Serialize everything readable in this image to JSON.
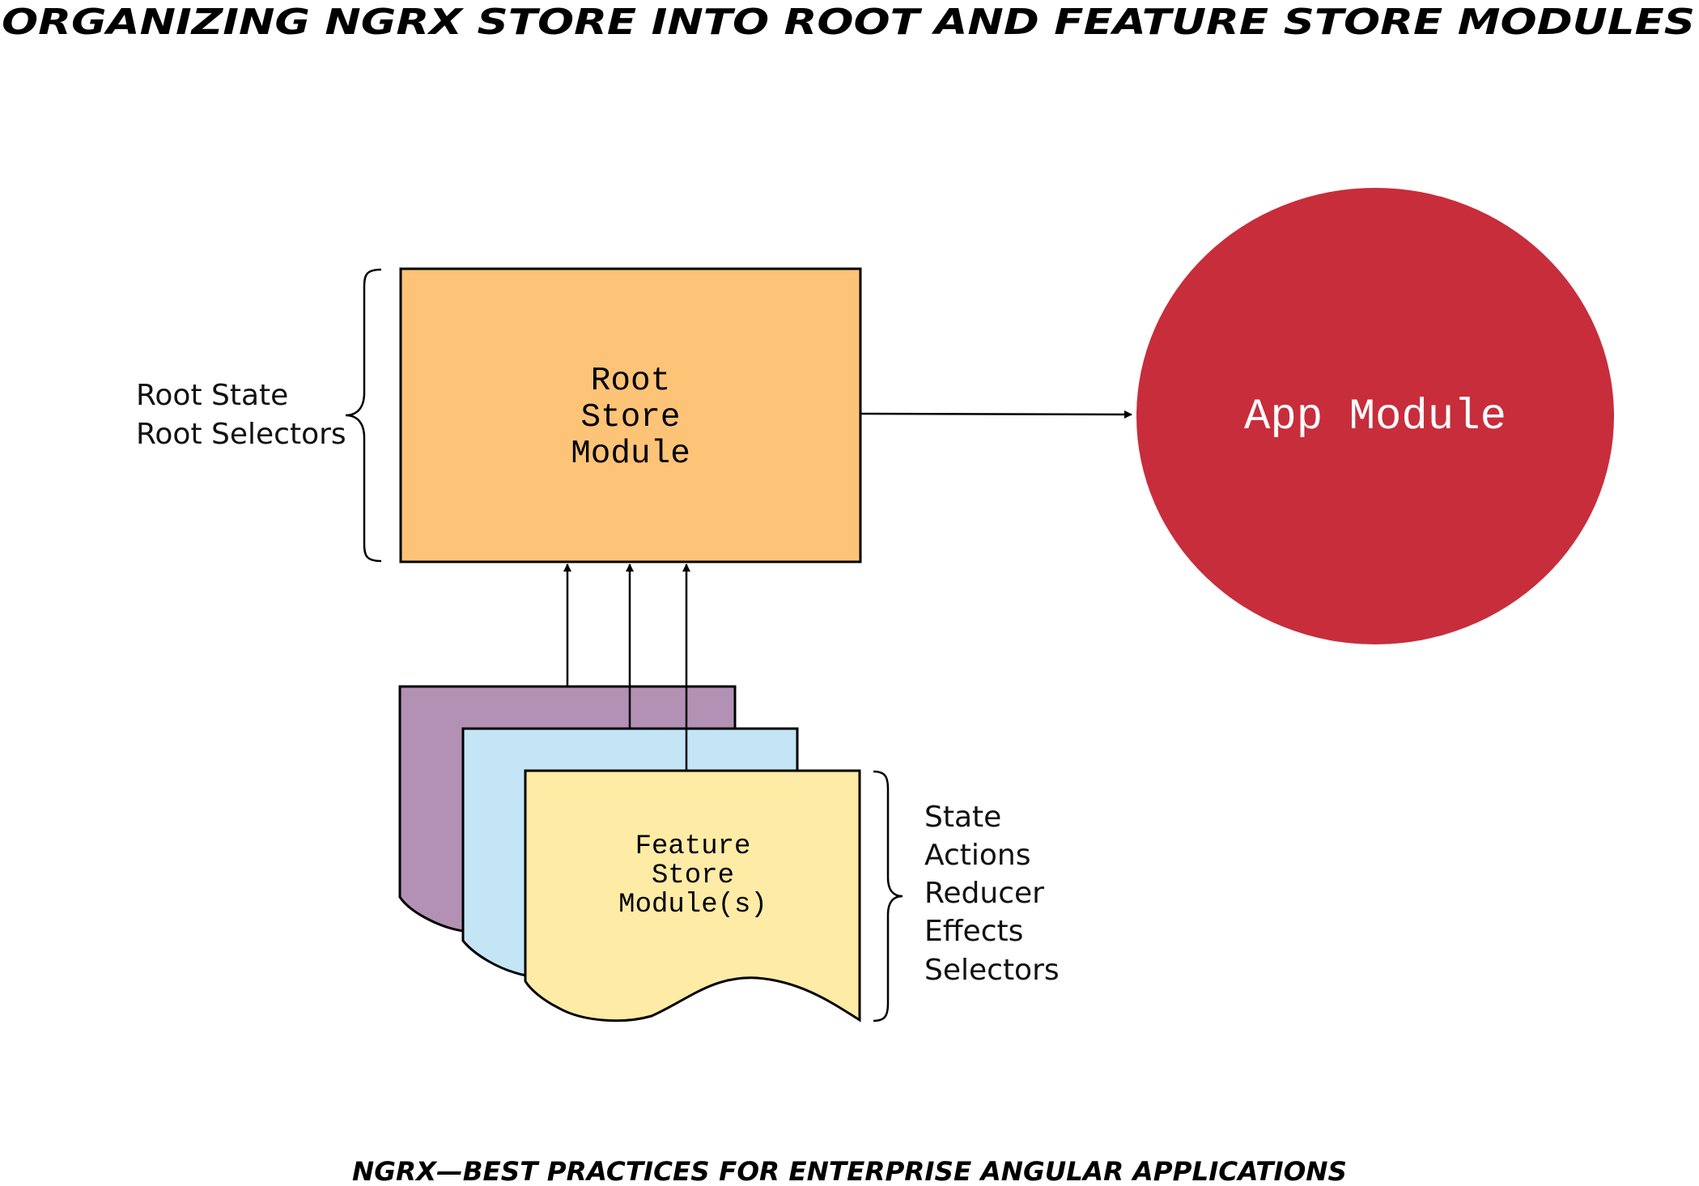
{
  "title": "Organizing NgRx Store into Root and Feature Store Modules",
  "footer": "NgRx—Best Practices for Enterprise Angular Applications",
  "root_store": {
    "lines": [
      "Root",
      "Store",
      "Module"
    ]
  },
  "root_labels": [
    "Root State",
    "Root Selectors"
  ],
  "app_module": {
    "label": "App Module"
  },
  "feature_store": {
    "lines": [
      "Feature",
      "Store",
      "Module(s)"
    ]
  },
  "feature_labels": [
    "State",
    "Actions",
    "Reducer",
    "Effects",
    "Selectors"
  ],
  "colors": {
    "root_store_fill": "#FDC377",
    "app_module_fill": "#C82D3B",
    "feature_back_fill": "#B291B5",
    "feature_middle_fill": "#C4E5F6",
    "feature_front_fill": "#FEEBA5",
    "stroke": "#000000"
  }
}
